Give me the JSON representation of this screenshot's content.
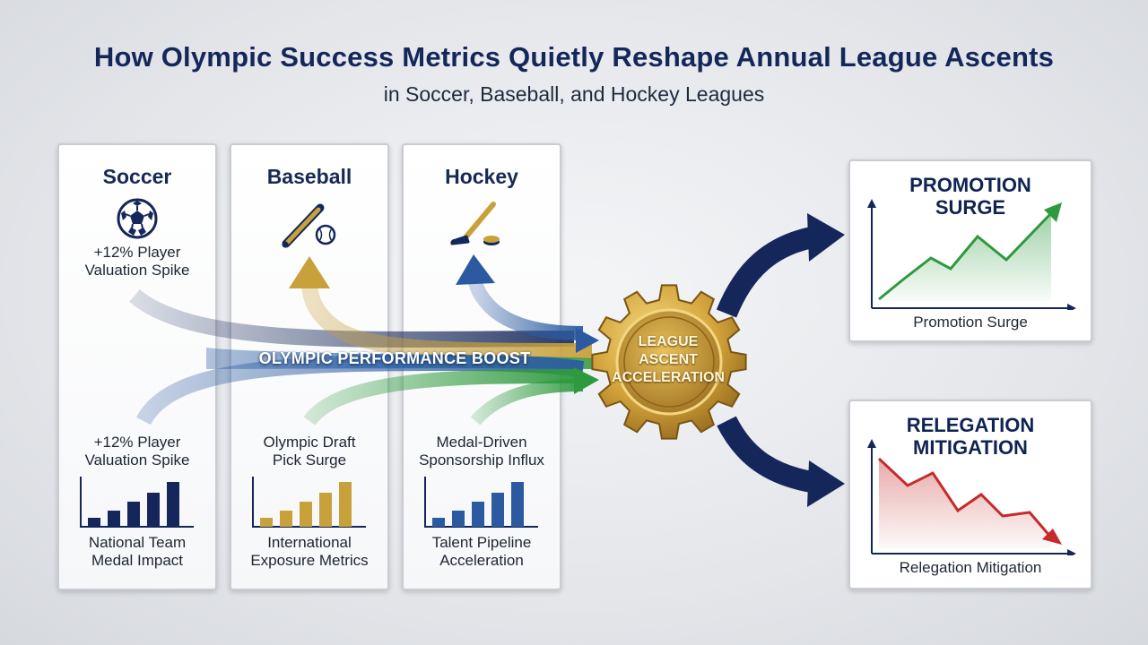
{
  "header": {
    "title": "How Olympic Success Metrics Quietly Reshape Annual League Ascents",
    "subtitle": "in Soccer, Baseball, and Hockey Leagues"
  },
  "panels": [
    {
      "title": "Soccer",
      "top_text": "+12% Player\nValuation Spike",
      "bottom_text": "+12% Player\nValuation Spike",
      "chart_caption": "National Team\nMedal Impact",
      "bar_color": "#15275a"
    },
    {
      "title": "Baseball",
      "bottom_text": "Olympic Draft\nPick Surge",
      "chart_caption": "International\nExposure Metrics",
      "bar_color": "#c9a13b"
    },
    {
      "title": "Hockey",
      "bottom_text": "Medal-Driven\nSponsorship Influx",
      "chart_caption": "Talent Pipeline\nAcceleration",
      "bar_color": "#2c5aa0"
    }
  ],
  "flow": {
    "boost_label": "OLYMPIC PERFORMANCE BOOST",
    "hub_label": "LEAGUE\nASCENT\nACCELERATION"
  },
  "results": [
    {
      "title": "PROMOTION\nSURGE",
      "caption": "Promotion Surge",
      "color": "#2e9a3e"
    },
    {
      "title": "RELEGATION\nMITIGATION",
      "caption": "Relegation Mitigation",
      "color": "#c62a2a"
    }
  ],
  "colors": {
    "navy": "#15275a",
    "gold": "#c9a13b",
    "blue": "#2c5aa0",
    "green": "#2e9a3e",
    "red": "#c62a2a"
  },
  "icons": [
    "soccer-ball-icon",
    "baseball-bat-icon",
    "hockey-stick-icon",
    "gear-icon"
  ]
}
